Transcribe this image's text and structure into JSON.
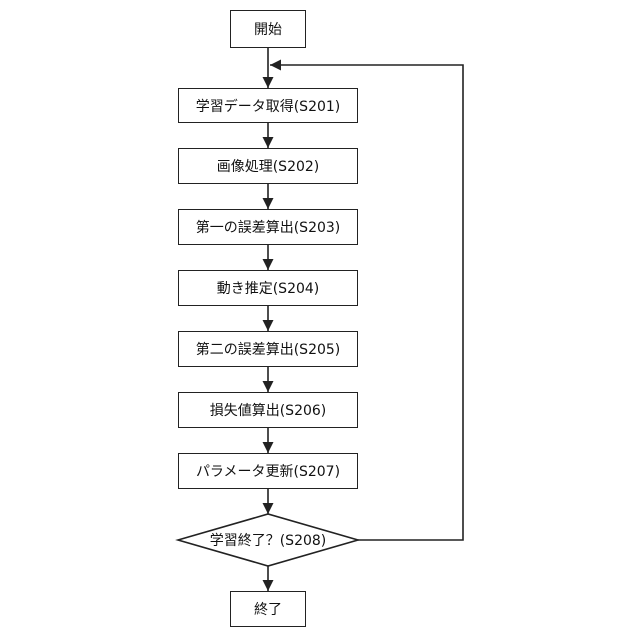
{
  "flowchart": {
    "start": "開始",
    "steps": [
      "学習データ取得(S201)",
      "画像処理(S202)",
      "第一の誤差算出(S203)",
      "動き推定(S204)",
      "第二の誤差算出(S205)",
      "損失値算出(S206)",
      "パラメータ更新(S207)"
    ],
    "decision": "学習終了？(S208)",
    "end": "終了"
  }
}
